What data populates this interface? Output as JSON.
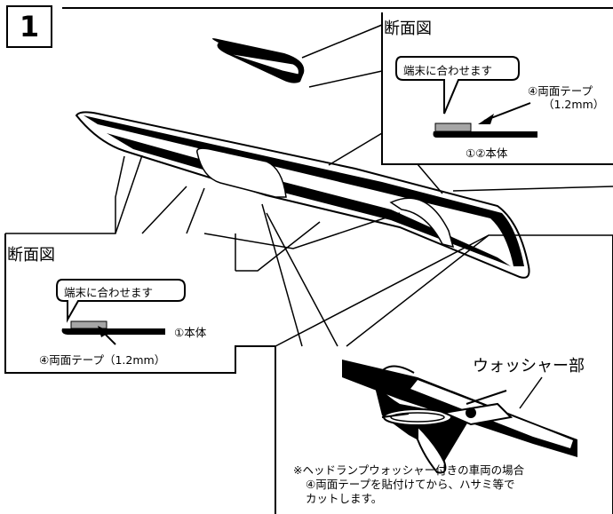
{
  "step": {
    "number": "1"
  },
  "section_top": {
    "title": "断面図",
    "bubble": "端末に合わせます",
    "tape_label": "④両面テープ",
    "tape_size": "（1.2mm）",
    "body_label": "①②本体"
  },
  "section_left": {
    "title": "断面図",
    "bubble": "端末に合わせます",
    "body_label": "①本体",
    "tape_label": "④両面テープ（1.2mm）"
  },
  "washer": {
    "title": "ウォッシャー部",
    "note_lines": [
      "※ヘッドランプウォッシャー付きの車両の場合",
      "④両面テープを貼付けてから、ハサミ等で",
      "カットします。"
    ]
  },
  "colors": {
    "ink": "#000000",
    "tape": "#a6a6a6",
    "paper": "#ffffff",
    "shade": "#f2f2f2"
  }
}
